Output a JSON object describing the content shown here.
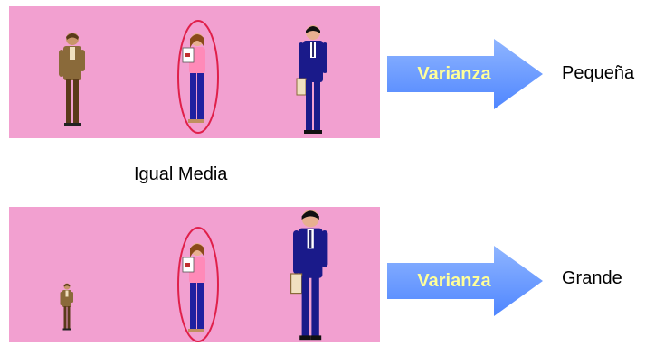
{
  "top_row": {
    "arrow_label": "Varianza",
    "result_label": "Pequeña"
  },
  "middle_caption": "Igual Media",
  "bottom_row": {
    "arrow_label": "Varianza",
    "result_label": "Grande"
  },
  "colors": {
    "panel_background": "#f2a0d0",
    "arrow_fill": "#6b9bff",
    "arrow_text": "#ffff99",
    "highlight_ellipse": "#e0204a"
  }
}
